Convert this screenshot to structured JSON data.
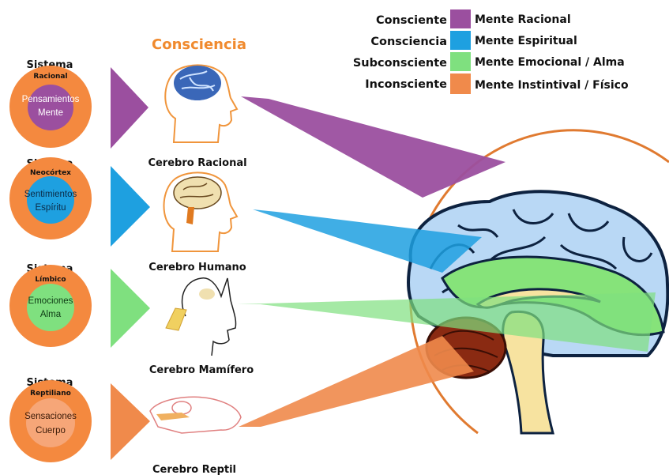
{
  "header": {
    "title": "Consciencia"
  },
  "legend": [
    {
      "state": "Consciente",
      "mind": "Mente Racional",
      "color": "#9b4f9f"
    },
    {
      "state": "Consciencia",
      "mind": "Mente Espiritual",
      "color": "#1ea0e0"
    },
    {
      "state": "Subconsciente",
      "mind": "Mente Emocional / Alma",
      "color": "#7fe07f"
    },
    {
      "state": "Inconsciente",
      "mind": "Mente Instintival / Físico",
      "color": "#f08a4b"
    }
  ],
  "systems": [
    {
      "word": "Sistema",
      "sub": "Racional",
      "line1": "Pensamientos",
      "line2": "Mente",
      "inner_color": "#9b4f9f",
      "brain_label": "Cerebro Racional"
    },
    {
      "word": "Sistema",
      "sub": "Neocórtex",
      "line1": "Sentimientos",
      "line2": "Espíritu",
      "inner_color": "#1ea0e0",
      "brain_label": "Cerebro Humano"
    },
    {
      "word": "Sistema",
      "sub": "Límbico",
      "line1": "Emociones",
      "line2": "Alma",
      "inner_color": "#7fe07f",
      "brain_label": "Cerebro Mamífero"
    },
    {
      "word": "Sistema",
      "sub": "Reptiliano",
      "line1": "Sensaciones",
      "line2": "Cuerpo",
      "inner_color": "#f6a678",
      "brain_label": "Cerebro Reptil"
    }
  ],
  "colors": {
    "outer_circle": "#f4893f",
    "title": "#f08a2e",
    "purple": "#9b4f9f",
    "blue": "#1ea0e0",
    "green": "#7fe07f",
    "orange": "#f08a4b",
    "brain_cortex": "#b9d8f5",
    "limbic": "#86e37a",
    "stem": "#f7e3a0",
    "cerebellum": "#8a2a12"
  }
}
